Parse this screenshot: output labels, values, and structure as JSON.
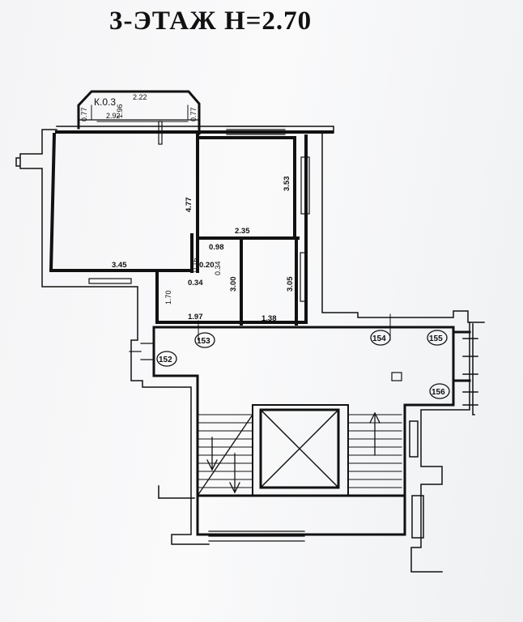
{
  "title": "3-ЭТАЖ  Н=2.70",
  "room_label": "К.0.3",
  "dimensions": {
    "top_width": "2.22",
    "balcony_left": "0.77",
    "balcony_depth": "1.96",
    "window_width": "2.92",
    "balcony_right": "0.77",
    "room_a_height": "4.77",
    "room_a_width": "3.45",
    "room_b_height": "3.53",
    "room_b_width": "2.35",
    "corridor_width": "0.98",
    "small_1": "0.20",
    "small_2": "0.16",
    "small_3": "0.34",
    "small_4": "0.34",
    "wc_height": "1.70",
    "hall_height": "3.00",
    "bath_height": "3.05",
    "hall_width": "1.97",
    "bath_width": "1.38"
  },
  "axis_markers": [
    "152",
    "153",
    "154",
    "155",
    "156"
  ]
}
